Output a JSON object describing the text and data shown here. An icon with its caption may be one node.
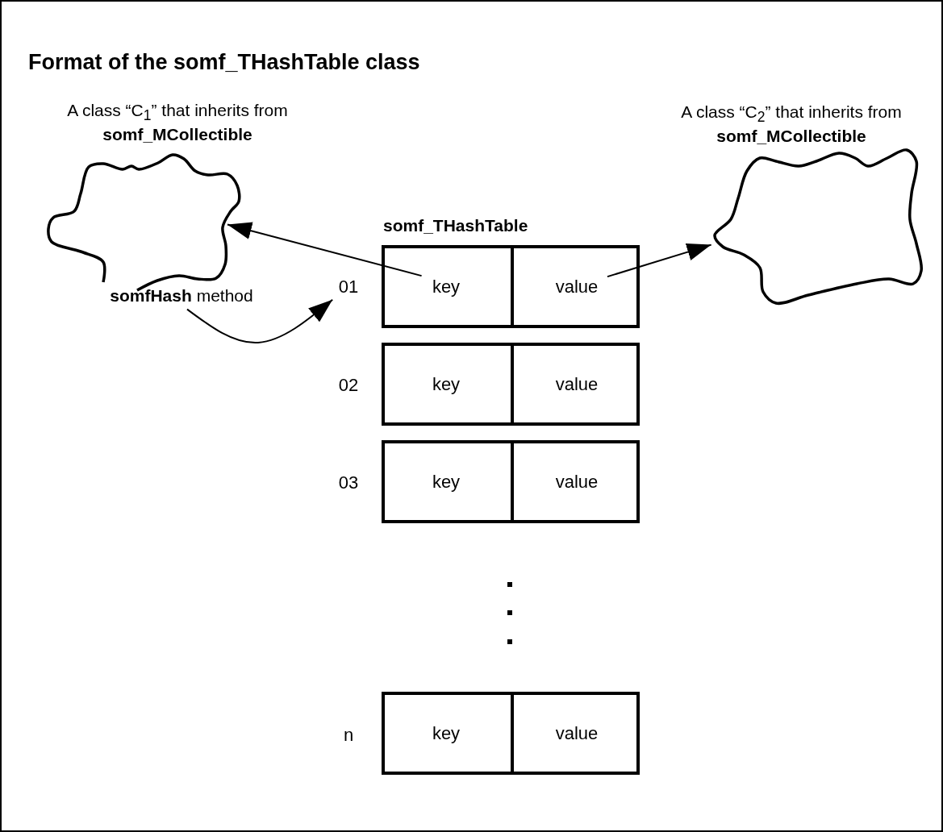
{
  "diagram": {
    "title": "Format of the somf_THashTable class",
    "nodes": [
      {
        "text": [
          "A class “C$_{1}$” that inherits from **somf_MCollectible**"
        ]
      },
      {
        "text": [
          "A class “C$_{2}$” that inherits from **somf_MCollectible**"
        ]
      },
      {
        "text": [
          "**somfHash** method"
        ]
      },
      {
        "text": [
          "01"
        ]
      },
      {
        "text": [],
        "shape": "box"
      },
      {
        "text": [
          "key"
        ],
        "in": 4
      },
      {
        "text": [
          "value"
        ],
        "in": 4
      },
      {
        "text": [
          "02"
        ]
      },
      {
        "text": [],
        "shape": "box"
      },
      {
        "text": [
          "key"
        ],
        "in": 8
      },
      {
        "text": [
          "value"
        ],
        "in": 8
      },
      {
        "text": [
          "03"
        ]
      },
      {
        "text": [],
        "shape": "box"
      },
      {
        "text": [
          "key"
        ],
        "in": 12
      },
      {
        "text": [
          "value"
        ],
        "in": 12
      },
      {
        "text": [
          "n"
        ]
      },
      {
        "text": [],
        "shape": "box"
      },
      {
        "text": [
          "key"
        ],
        "in": 16
      },
      {
        "text": [
          "value"
        ],
        "in": 16
      }
    ],
    "edges": [
      {
        "from": 5,
        "to": 0,
        "arrow": "to"
      },
      {
        "from": 6,
        "to": 1,
        "arrow": "to"
      },
      {
        "from": 2,
        "to": 3,
        "arrow": "to"
      }
    ],
    "labels": [
      "somf_THashTable"
    ]
  }
}
